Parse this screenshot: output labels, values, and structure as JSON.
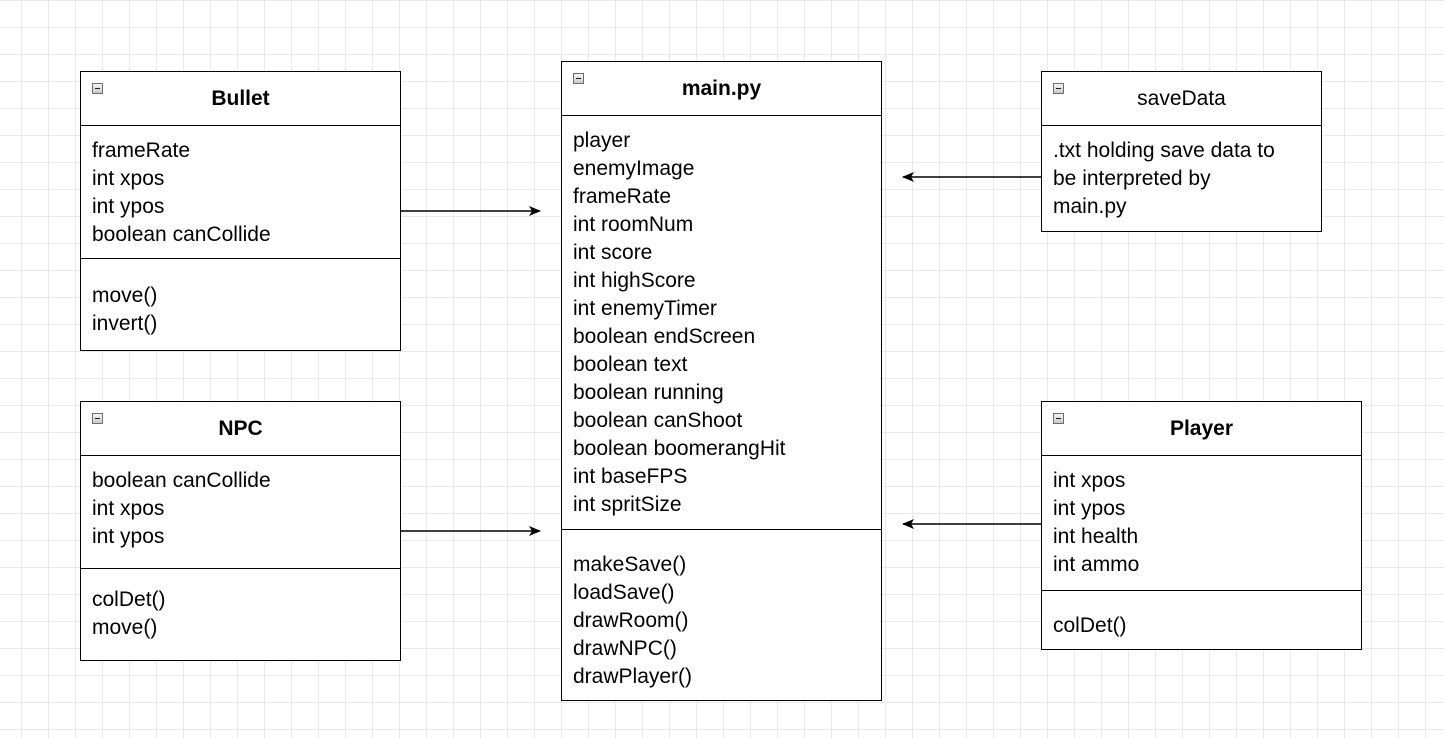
{
  "classes": {
    "bullet": {
      "name": "Bullet",
      "attributes": [
        "frameRate",
        "int xpos",
        "int ypos",
        "boolean canCollide"
      ],
      "methods": [
        "move()",
        "invert()"
      ]
    },
    "npc": {
      "name": "NPC",
      "attributes": [
        "boolean canCollide",
        "int xpos",
        "int ypos"
      ],
      "methods": [
        "colDet()",
        "move()"
      ]
    },
    "main": {
      "name": "main.py",
      "attributes": [
        "player",
        "enemyImage",
        "frameRate",
        "int roomNum",
        "int score",
        "int highScore",
        "int enemyTimer",
        "boolean endScreen",
        "boolean text",
        "boolean running",
        "boolean canShoot",
        "boolean boomerangHit",
        "int baseFPS",
        "int spritSize"
      ],
      "methods": [
        "makeSave()",
        "loadSave()",
        "drawRoom()",
        "drawNPC()",
        "drawPlayer()"
      ]
    },
    "save_data": {
      "name": "saveData",
      "lines": [
        ".txt holding save data to",
        "be interpreted by",
        "main.py"
      ]
    },
    "player": {
      "name": "Player",
      "attributes": [
        "int xpos",
        "int ypos",
        "int health",
        "int ammo"
      ],
      "methods": [
        "colDet()"
      ]
    }
  },
  "colors": {
    "background": "#ffffff",
    "grid": "#e9e9e9",
    "stroke": "#000000"
  }
}
